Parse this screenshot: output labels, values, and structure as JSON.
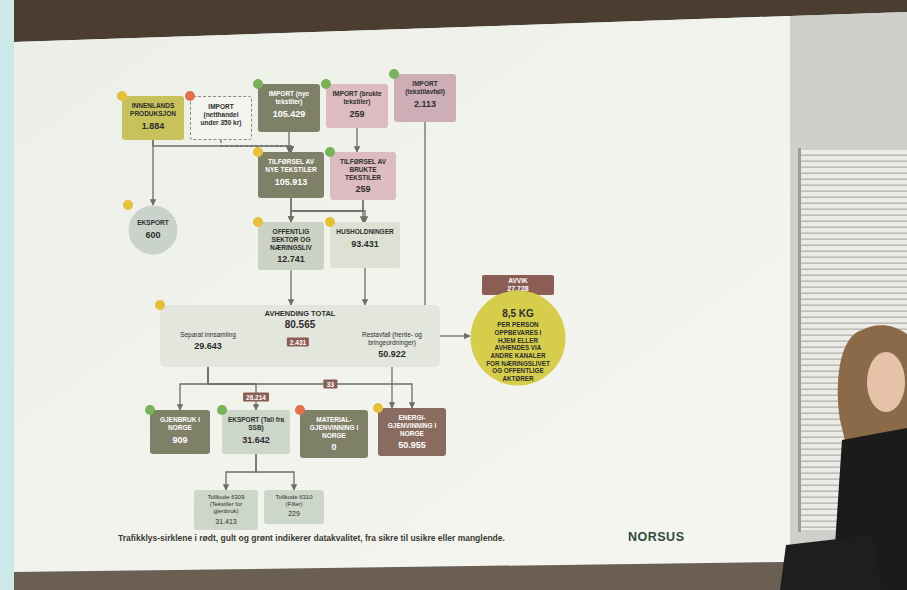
{
  "diagram": {
    "caption": "Trafikklys-sirklene i rødt, gult og grønt indikerer datakvalitet, fra sikre til usikre eller manglende.",
    "nodes": [
      {
        "text": [
          "INNENLANDS PRODUKSJON",
          "1.884"
        ]
      },
      {
        "text": [
          "IMPORT (netthandel under 350 kr)"
        ]
      },
      {
        "text": [
          "IMPORT (nye tekstiler)",
          "105.429"
        ]
      },
      {
        "text": [
          "IMPORT (brukte tekstiler)",
          "259"
        ]
      },
      {
        "text": [
          "IMPORT (tekstilavfall)",
          "2.113"
        ]
      },
      {
        "text": [
          "TILFØRSEL AV NYE TEKSTILER",
          "105.913"
        ]
      },
      {
        "text": [
          "TILFØRSEL AV BRUKTE TEKSTILER",
          "259"
        ]
      },
      {
        "text": [
          "EKSPORT",
          "600"
        ]
      },
      {
        "text": [
          "OFFENTLIG SEKTOR OG NÆRINGSLIV",
          "12.741"
        ]
      },
      {
        "text": [
          "HUSHOLDNINGER",
          "93.431"
        ]
      },
      {
        "text": [
          "AVHENDING TOTAL",
          "80.565"
        ]
      },
      {
        "text": [
          "Separat innsamling",
          "29.643"
        ],
        "in": 10
      },
      {
        "text": [
          "Restavfall (hente- og bringeordninger)",
          "50.922"
        ],
        "in": 10
      },
      {
        "text": [
          "AVVIK",
          "27.728"
        ]
      },
      {
        "text": [
          "8,5 KG",
          "PER PERSON OPPBEVARES I HJEM ELLER AVHENDES VIA ANDRE KANALER FOR NÆRINGSLIVET OG OFFENTLIGE AKTØRER"
        ]
      },
      {
        "text": [
          "GJENBRUK I NORGE",
          "909"
        ]
      },
      {
        "text": [
          "EKSPORT (Tall fra SSB)",
          "31.642"
        ]
      },
      {
        "text": [
          "MATERIAL-GJENVINNING I NORGE",
          "0"
        ]
      },
      {
        "text": [
          "ENERGI-GJENVINNING I NORGE",
          "50.955"
        ]
      },
      {
        "text": [
          "Tollkode 6309 (Tekstiler for gjenbruk)",
          "31.413"
        ]
      },
      {
        "text": [
          "Tollkode 6310 (Filler)",
          "229"
        ]
      }
    ],
    "edges": [
      {
        "from": 0,
        "to": 5,
        "arrow": "to"
      },
      {
        "from": 1,
        "to": 5,
        "arrow": "to"
      },
      {
        "from": 2,
        "to": 5,
        "arrow": "to"
      },
      {
        "from": 0,
        "to": 7,
        "arrow": "to"
      },
      {
        "from": 3,
        "to": 6,
        "arrow": "to"
      },
      {
        "from": 5,
        "to": 8,
        "arrow": "to"
      },
      {
        "from": 5,
        "to": 9,
        "arrow": "to"
      },
      {
        "from": 6,
        "to": 8,
        "arrow": "to"
      },
      {
        "from": 6,
        "to": 9,
        "arrow": "to"
      },
      {
        "from": 8,
        "to": 10,
        "arrow": "to"
      },
      {
        "from": 9,
        "to": 10,
        "arrow": "to"
      },
      {
        "from": 4,
        "to": 12,
        "arrow": "to"
      },
      {
        "from": 11,
        "to": 12,
        "label": "2.431",
        "arrow": "to"
      },
      {
        "from": 10,
        "to": 14,
        "arrow": "to"
      },
      {
        "from": 11,
        "to": 15,
        "arrow": "to"
      },
      {
        "from": 11,
        "to": 16,
        "label": "26.214",
        "arrow": "to"
      },
      {
        "from": 11,
        "to": 18,
        "label": "33",
        "arrow": "to"
      },
      {
        "from": 12,
        "to": 18,
        "arrow": "to"
      },
      {
        "from": 16,
        "to": 19,
        "arrow": "to"
      },
      {
        "from": 16,
        "to": 20,
        "arrow": "to"
      }
    ],
    "labels": [
      "NORSUS"
    ]
  }
}
